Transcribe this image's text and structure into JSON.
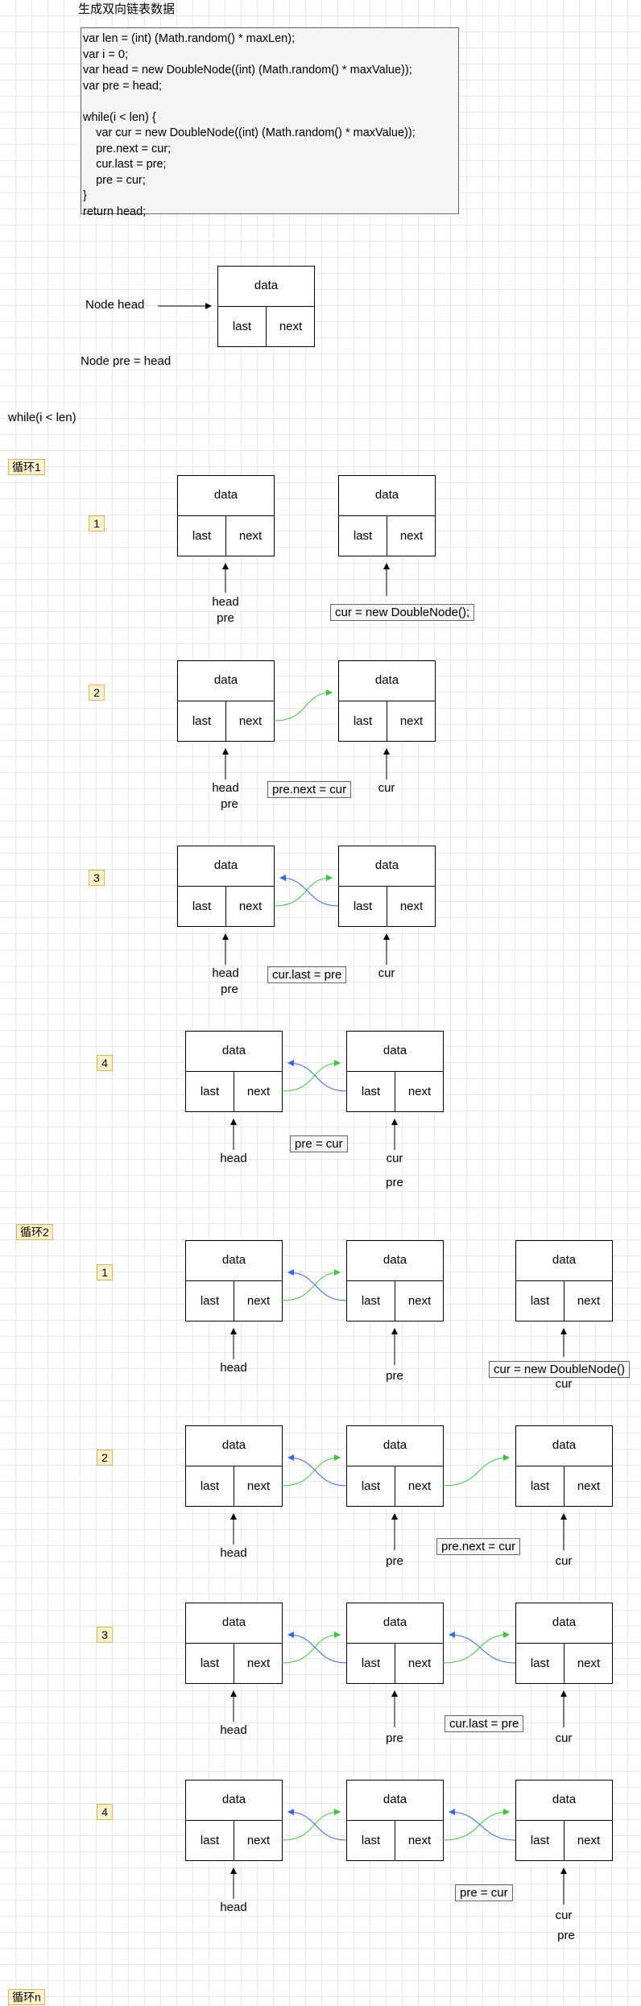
{
  "title": "生成双向链表数据",
  "code_lines": [
    "var len = (int) (Math.random() * maxLen);",
    "var i = 0;",
    "var head = new DoubleNode((int) (Math.random() * maxValue));",
    "var pre = head;",
    "",
    "while(i < len) {",
    "    var cur = new DoubleNode((int) (Math.random() * maxValue));",
    "    pre.next = cur;",
    "    cur.last = pre;",
    "    pre = cur;",
    "}",
    "return head;"
  ],
  "node_fields": {
    "data": "data",
    "last": "last",
    "next": "next"
  },
  "labels": {
    "node_head": "Node head",
    "node_pre": "Node pre = head",
    "while": "while(i < len)",
    "head": "head",
    "pre": "pre",
    "cur": "cur"
  },
  "loops": [
    {
      "title": "循环1",
      "steps": [
        {
          "num": "1",
          "op": "cur = new DoubleNode();"
        },
        {
          "num": "2",
          "op": "pre.next = cur"
        },
        {
          "num": "3",
          "op": "cur.last = pre"
        },
        {
          "num": "4",
          "op": "pre = cur"
        }
      ]
    },
    {
      "title": "循环2",
      "steps": [
        {
          "num": "1",
          "op": "cur = new DoubleNode()"
        },
        {
          "num": "2",
          "op": "pre.next = cur"
        },
        {
          "num": "3",
          "op": "cur.last = pre"
        },
        {
          "num": "4",
          "op": "pre = cur"
        }
      ]
    },
    {
      "title": "循环n"
    }
  ],
  "colors": {
    "next_link": "#33cc33",
    "last_link": "#3366ff",
    "tag_fill": "#fff2cc",
    "tag_border": "#d6b656",
    "code_fill": "#f5f5f5"
  }
}
